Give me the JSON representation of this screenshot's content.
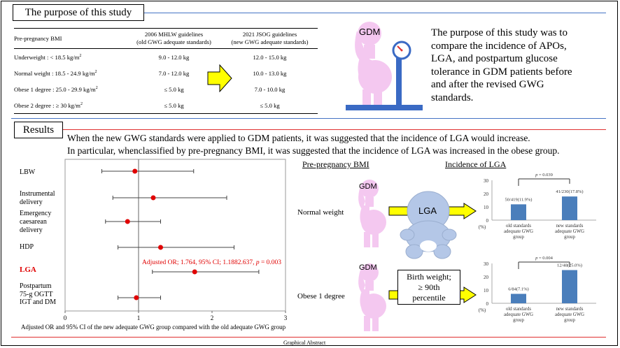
{
  "header": {
    "title": "The purpose of this study"
  },
  "table": {
    "columns": [
      "Pre-pregnancy BMI",
      "2006 MHLW guidelines\n(old GWG adequate standards)",
      "2021 JSOG guidelines\n(new GWG adequate standards)"
    ],
    "col1_line1": "2006 MHLW guidelines",
    "col1_line2": "(old GWG adequate standards)",
    "col2_line1": "2021 JSOG guidelines",
    "col2_line2": "(new GWG adequate standards)",
    "rows": [
      {
        "bmi": "Underweight : < 18.5 kg/m",
        "sup": "2",
        "old": "9.0 - 12.0 kg",
        "new": "12.0 - 15.0 kg"
      },
      {
        "bmi": "Normal weight : 18.5 - 24.9 kg/m",
        "sup": "2",
        "old": "7.0 - 12.0 kg",
        "new": "10.0 - 13.0 kg"
      },
      {
        "bmi": "Obese 1 degree : 25.0 - 29.9 kg/m",
        "sup": "2",
        "old": "≤ 5.0 kg",
        "new": "7.0 - 10.0 kg"
      },
      {
        "bmi": "Obese 2 degree : ≥ 30 kg/m",
        "sup": "2",
        "old": "≤ 5.0 kg",
        "new": "≤ 5.0 kg"
      }
    ]
  },
  "purpose": {
    "gdm_label": "GDM",
    "text": [
      "The purpose of this study was to",
      "compare the incidence of APOs,",
      "LGA, and postpartum glucose",
      "tolerance in GDM patients  before",
      "and after the revised GWG",
      "standards."
    ]
  },
  "results": {
    "title": "Results",
    "summary_line1": "When the new GWG standards were applied to GDM patients, it was suggested that the incidence of LGA would increase.",
    "summary_line2": "In particular, whenclassified by pre-pregnancy BMI, it was suggested that the incidence of LGA was increased in the obese group."
  },
  "forest": {
    "labels": [
      {
        "text": "LBW",
        "highlight": false
      },
      {
        "text": "Instrumental\ndelivery",
        "highlight": false
      },
      {
        "text": "Emergency\ncaesarean\ndelivery",
        "highlight": false
      },
      {
        "text": "HDP",
        "highlight": false
      },
      {
        "text": "LGA",
        "highlight": true
      },
      {
        "text": "Postpartum\n75-g OGTT\nIGT and DM",
        "highlight": false
      }
    ],
    "annotation": "Adjusted OR; 1.764, 95% CI; 1.1882.637, p = 0.003",
    "annotation_pre": "Adjusted OR; 1.764, 95% CI; 1.1882.637, ",
    "annotation_p": "p",
    "annotation_post": " = 0.003",
    "caption": "Adjusted OR and 95% CI of the new adequate GWG group compared with the old adequate GWG group",
    "x_ticks": [
      "0",
      "1",
      "2",
      "3"
    ]
  },
  "chart_data": [
    {
      "type": "forest",
      "xlim": [
        0,
        3
      ],
      "reference_line": 1,
      "point_color": "#e00000",
      "points": [
        {
          "label": "LBW",
          "or": 0.95,
          "ci": [
            0.5,
            1.75
          ]
        },
        {
          "label": "Instrumental delivery",
          "or": 1.2,
          "ci": [
            0.65,
            2.2
          ]
        },
        {
          "label": "Emergency caesarean delivery",
          "or": 0.85,
          "ci": [
            0.55,
            1.3
          ]
        },
        {
          "label": "HDP",
          "or": 1.3,
          "ci": [
            0.72,
            2.3
          ]
        },
        {
          "label": "LGA",
          "or": 1.764,
          "ci": [
            1.188,
            2.637
          ]
        },
        {
          "label": "Postpartum 75-g OGTT IGT and DM",
          "or": 0.97,
          "ci": [
            0.72,
            1.3
          ]
        }
      ]
    },
    {
      "type": "bar",
      "title": "Normal weight",
      "ylabel": "(%)",
      "ylim": [
        0,
        30
      ],
      "yticks": [
        "0",
        "10",
        "20",
        "30"
      ],
      "categories": [
        "old standards adequate GWG group",
        "new standards adequate GWG group"
      ],
      "values": [
        11.9,
        17.8
      ],
      "data_labels": [
        "50/419(11.9%)",
        "41/230(17.8%)"
      ],
      "pvalue": "= 0.039",
      "bar_color": "#4a7ebb"
    },
    {
      "type": "bar",
      "title": "Obese 1 degree",
      "ylabel": "(%)",
      "ylim": [
        0,
        30
      ],
      "yticks": [
        "0",
        "10",
        "20",
        "30"
      ],
      "categories": [
        "old standards adequate GWG group",
        "new standards adequate GWG group"
      ],
      "values": [
        7.1,
        25.0
      ],
      "data_labels": [
        "6/84(7.1%)",
        "12/48(25.0%)"
      ],
      "pvalue": "= 0.004",
      "bar_color": "#4a7ebb"
    }
  ],
  "right_panel": {
    "col_bmi": "Pre-pregnancy BMI",
    "col_lga": "Incidence of LGA",
    "normal_weight": "Normal weight",
    "obese_1": "Obese 1 degree",
    "gdm1": "GDM",
    "gdm2": "GDM",
    "lga_baby": "LGA",
    "birth_weight_l1": "Birth weight;",
    "birth_weight_l2": "≥ 90th",
    "birth_weight_l3": "percentile",
    "bar1_cat1": [
      "old standards",
      "adequate GWG",
      "group"
    ],
    "bar1_cat2": [
      "new standards",
      "adequate GWG",
      "group"
    ],
    "bar2_cat1": [
      "old standards",
      "adequate GWG",
      "group"
    ],
    "bar2_cat2": [
      "new standards",
      "adequate GWG",
      "group"
    ],
    "pct_label": "(%)",
    "p_letter": "p"
  },
  "footer": {
    "text": "Graphical Abstract"
  },
  "colors": {
    "accent_blue": "#4472c4",
    "accent_red": "#e03030",
    "pink": "#f4c8f0",
    "arrow_yellow": "#ffff00",
    "baby_blue": "#b4c7e7",
    "bar_blue": "#4a7ebb"
  }
}
